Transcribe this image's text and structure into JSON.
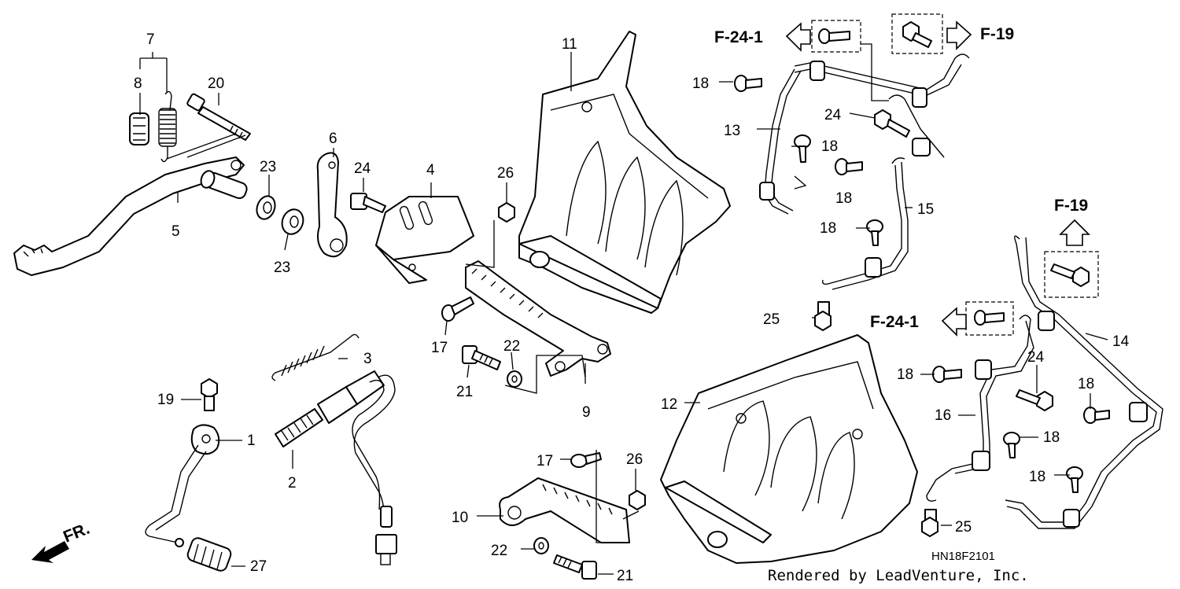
{
  "parts": [
    {
      "id": "callout-1",
      "text": "1"
    },
    {
      "id": "callout-2",
      "text": "2"
    },
    {
      "id": "callout-3",
      "text": "3"
    },
    {
      "id": "callout-4",
      "text": "4"
    },
    {
      "id": "callout-5",
      "text": "5"
    },
    {
      "id": "callout-6",
      "text": "6"
    },
    {
      "id": "callout-7",
      "text": "7"
    },
    {
      "id": "callout-8",
      "text": "8"
    },
    {
      "id": "callout-9",
      "text": "9"
    },
    {
      "id": "callout-10",
      "text": "10"
    },
    {
      "id": "callout-11",
      "text": "11"
    },
    {
      "id": "callout-12",
      "text": "12"
    },
    {
      "id": "callout-13",
      "text": "13"
    },
    {
      "id": "callout-14",
      "text": "14"
    },
    {
      "id": "callout-15",
      "text": "15"
    },
    {
      "id": "callout-16",
      "text": "16"
    },
    {
      "id": "callout-17",
      "text": "17"
    },
    {
      "id": "callout-17b",
      "text": "17"
    },
    {
      "id": "callout-18a",
      "text": "18"
    },
    {
      "id": "callout-18b",
      "text": "18"
    },
    {
      "id": "callout-18c",
      "text": "18"
    },
    {
      "id": "callout-18d",
      "text": "18"
    },
    {
      "id": "callout-18e",
      "text": "18"
    },
    {
      "id": "callout-18f",
      "text": "18"
    },
    {
      "id": "callout-18g",
      "text": "18"
    },
    {
      "id": "callout-18h",
      "text": "18"
    },
    {
      "id": "callout-19",
      "text": "19"
    },
    {
      "id": "callout-20",
      "text": "20"
    },
    {
      "id": "callout-21",
      "text": "21"
    },
    {
      "id": "callout-21b",
      "text": "21"
    },
    {
      "id": "callout-22",
      "text": "22"
    },
    {
      "id": "callout-22b",
      "text": "22"
    },
    {
      "id": "callout-23a",
      "text": "23"
    },
    {
      "id": "callout-23b",
      "text": "23"
    },
    {
      "id": "callout-24a",
      "text": "24"
    },
    {
      "id": "callout-24b",
      "text": "24"
    },
    {
      "id": "callout-24c",
      "text": "24"
    },
    {
      "id": "callout-25a",
      "text": "25"
    },
    {
      "id": "callout-25b",
      "text": "25"
    },
    {
      "id": "callout-26a",
      "text": "26"
    },
    {
      "id": "callout-26b",
      "text": "26"
    },
    {
      "id": "callout-27",
      "text": "27"
    }
  ],
  "references": {
    "f24_top": "F-24-1",
    "f19_top": "F-19",
    "f19_right": "F-19",
    "f24_mid": "F-24-1"
  },
  "front_marker": "FR.",
  "diagram_code": "HN18F2101",
  "credit": "Rendered by LeadVenture, Inc."
}
